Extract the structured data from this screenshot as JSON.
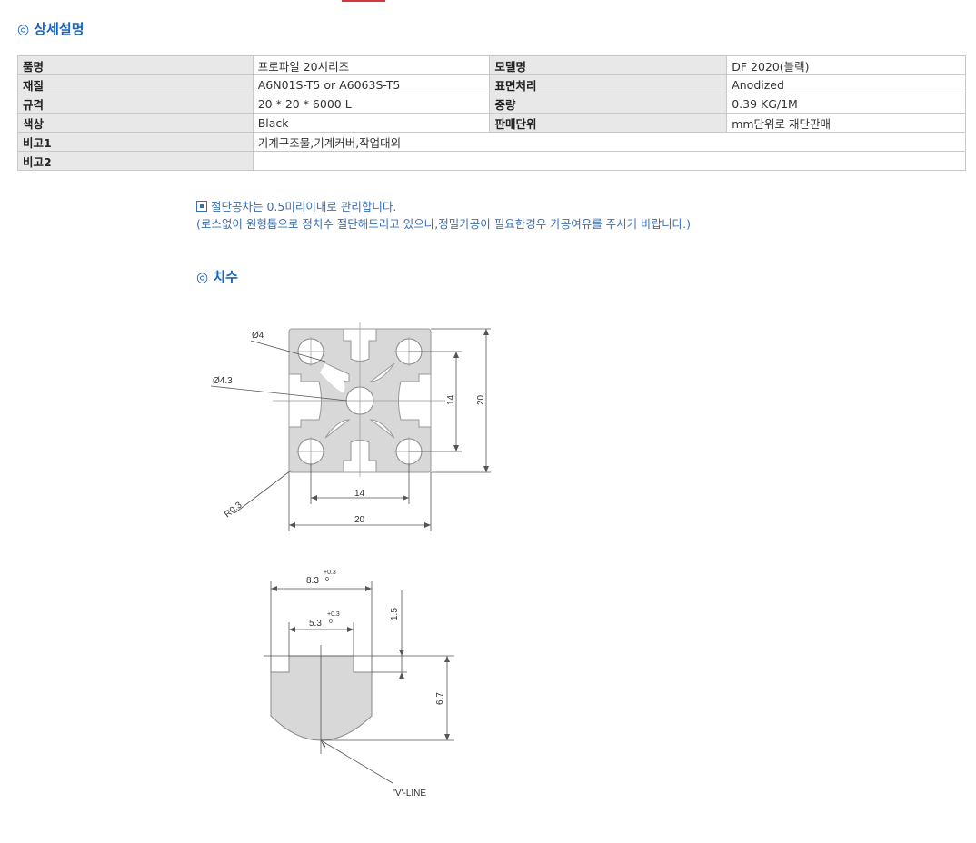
{
  "header": {
    "title": "◎ 상세설명"
  },
  "specs": {
    "rows": [
      {
        "k1": "품명",
        "v1": "프로파일 20시리즈",
        "k2": "모델명",
        "v2": "DF 2020(블랙)"
      },
      {
        "k1": "재질",
        "v1": "A6N01S-T5 or A6063S-T5",
        "k2": "표면처리",
        "v2": "Anodized"
      },
      {
        "k1": "규격",
        "v1": "20 * 20 * 6000 L",
        "k2": "중량",
        "v2": "0.39 KG/1M"
      },
      {
        "k1": "색상",
        "v1": "Black",
        "k2": "판매단위",
        "v2": "mm단위로 재단판매"
      }
    ],
    "remark1": {
      "k": "비고1",
      "v": "기계구조물,기계커버,작업대외"
    },
    "remark2": {
      "k": "비고2",
      "v": ""
    }
  },
  "notes": {
    "line1": "절단공차는 0.5미리이내로 관리합니다.",
    "line2": "(로스없이 원형톱으로 정치수 절단해드리고 있으나,정밀가공이 필요한경우 가공여유를 주시기 바랍니다.)"
  },
  "dimensions": {
    "title": "◎ 치수",
    "profile": {
      "hole4": "Ø4",
      "hole43": "Ø4.3",
      "radius": "R0.3",
      "inner_h": "14",
      "outer_h": "20",
      "inner_w": "14",
      "outer_w": "20"
    },
    "slot": {
      "outer_w": "8.3",
      "inner_w": "5.3",
      "tol_plus": "+0.3",
      "tol_zero": "0",
      "depth_top": "1.5",
      "depth": "6.7",
      "vline": "'V'-LINE"
    }
  },
  "colors": {
    "accent": "#1a64b8",
    "note": "#3a6fb3",
    "header_bg": "#e8e8e8",
    "profile_fill": "#d8d8d8"
  }
}
